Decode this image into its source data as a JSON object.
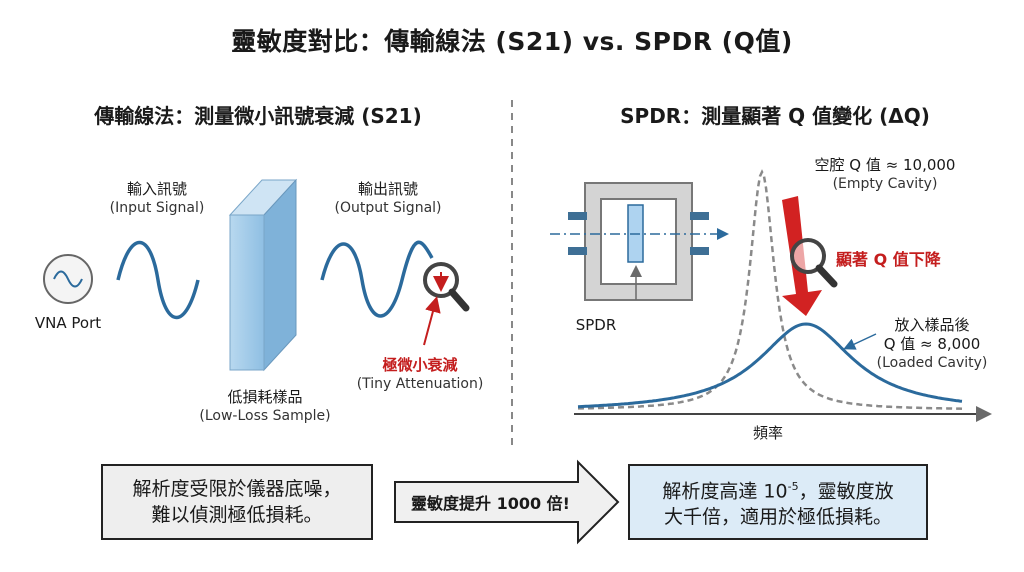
{
  "title": "靈敏度對比：傳輸線法 (S21) vs. SPDR (Q值)",
  "left": {
    "heading": "傳輸線法：測量微小訊號衰減 (S21)",
    "port_label": "VNA Port",
    "input_zh": "輸入訊號",
    "input_en": "(Input Signal)",
    "output_zh": "輸出訊號",
    "output_en": "(Output Signal)",
    "sample_zh": "低損耗樣品",
    "sample_en": "(Low-Loss Sample)",
    "atten_zh": "極微小衰減",
    "atten_en": "(Tiny Attenuation)"
  },
  "right": {
    "heading": "SPDR：測量顯著 Q 值變化 (ΔQ)",
    "spdr_label": "SPDR",
    "empty_zh": "空腔 Q 值 ≈ 10,000",
    "empty_en": "(Empty Cavity)",
    "drop_label": "顯著 Q 值下降",
    "loaded_zh1": "放入樣品後",
    "loaded_zh2": "Q 值 ≈ 8,000",
    "loaded_en": "(Loaded Cavity)",
    "freq_axis": "頻率"
  },
  "bottom": {
    "left_line1": "解析度受限於儀器底噪，",
    "left_line2": "難以偵測極低損耗。",
    "arrow_text": "靈敏度提升 1000 倍!",
    "right_line1_pre": "解析度高達 10",
    "right_line1_sup": "-5",
    "right_line1_post": "，靈敏度放",
    "right_line2": "大千倍，適用於極低損耗。"
  },
  "colors": {
    "wave_blue": "#2b6a9c",
    "sample_blue": "#a9cde8",
    "accent_red": "#c41e1e",
    "cavity_gray": "#d4d4d4",
    "left_box_fill": "#eeeeee",
    "right_box_fill": "#dcebf7"
  }
}
